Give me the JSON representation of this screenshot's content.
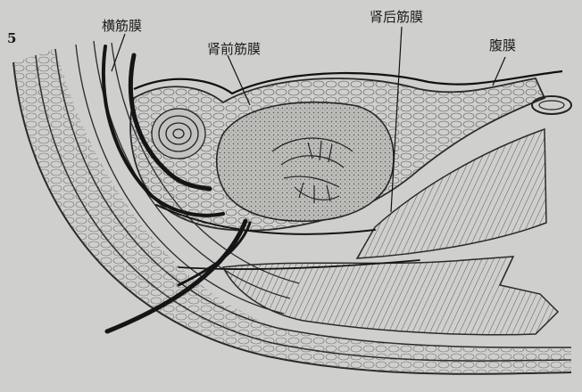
{
  "figure": {
    "number": "5",
    "labels": {
      "transversalis_fascia": "横筋膜",
      "anterior_renal_fascia": "肾前筋膜",
      "posterior_renal_fascia": "肾后筋膜",
      "peritoneum": "腹膜"
    }
  },
  "colors": {
    "paper": "#cfcfcd",
    "ink": "#2a2a2a",
    "kidney_fill": "#bdbdb9",
    "muscle_fill": "#b2b2ae"
  }
}
